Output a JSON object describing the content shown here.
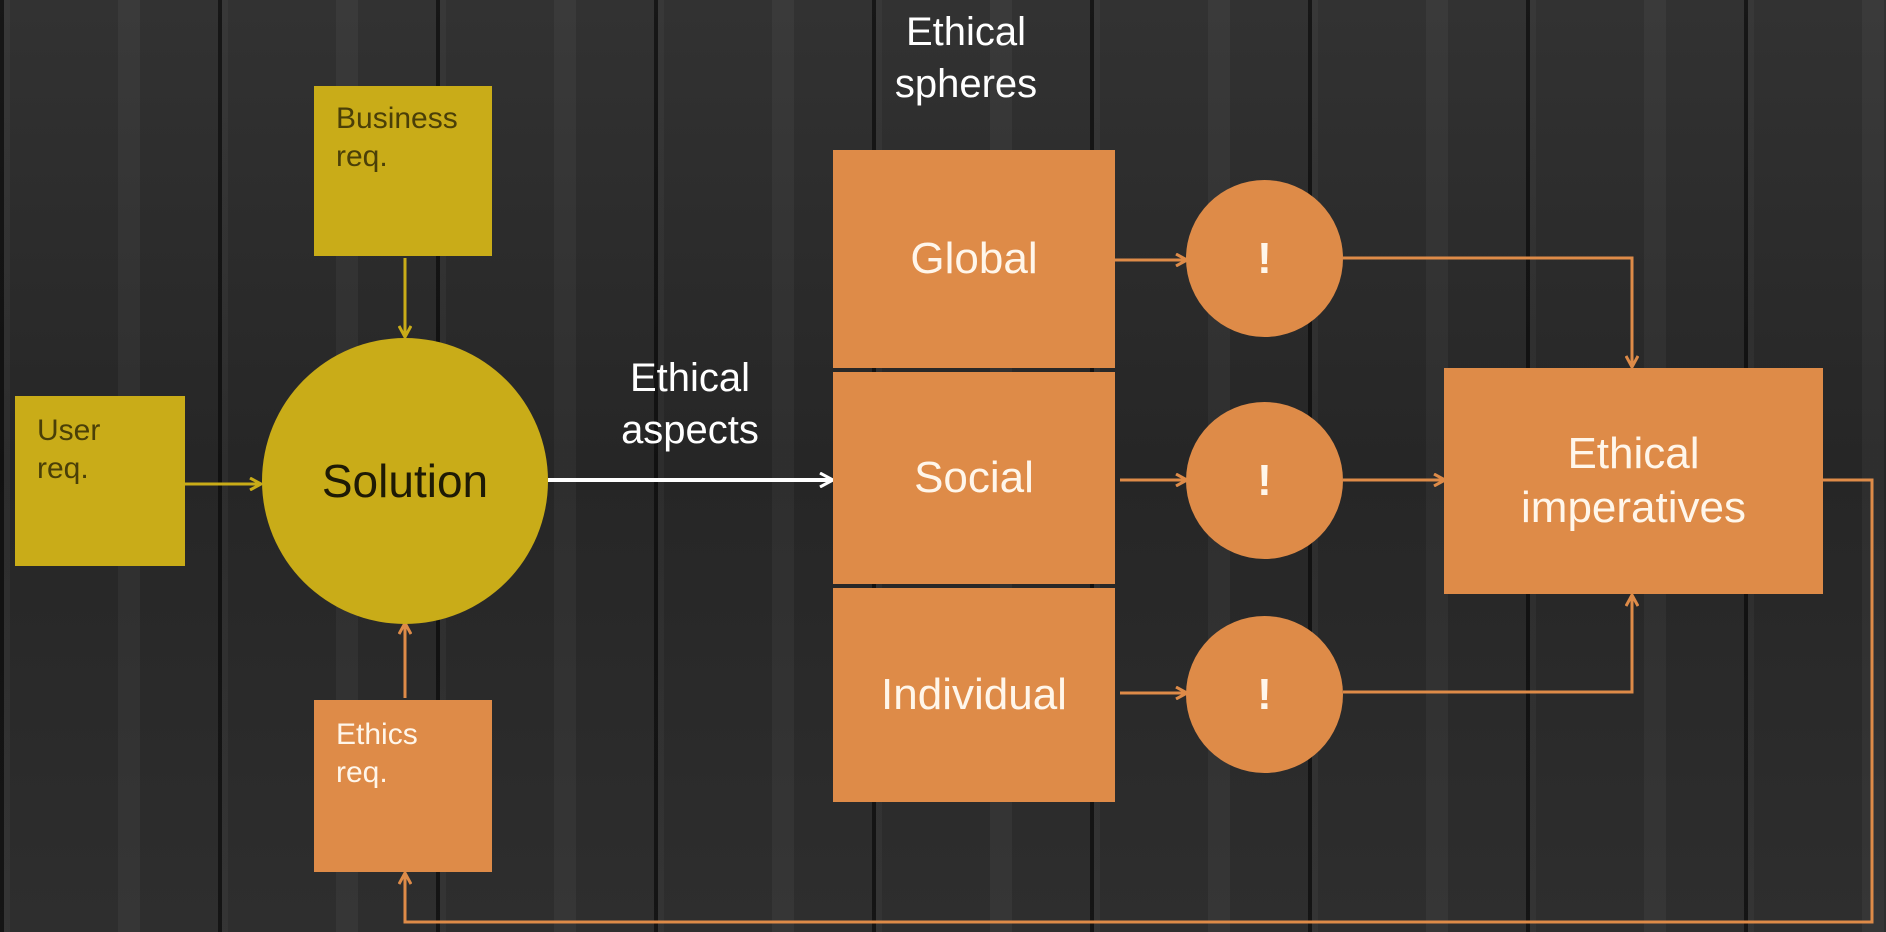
{
  "requirements": {
    "business": "Business\nreq.",
    "user": "User\nreq.",
    "ethics": "Ethics\nreq."
  },
  "solution_label": "Solution",
  "ethical_aspects_label": "Ethical\naspects",
  "ethical_spheres_label": "Ethical\nspheres",
  "spheres": [
    {
      "label": "Global"
    },
    {
      "label": "Social"
    },
    {
      "label": "Individual"
    }
  ],
  "alert_symbol": "!",
  "imperatives_label": "Ethical\nimperatives",
  "colors": {
    "yellow": "#c9ac18",
    "orange": "#de8b48",
    "white_arrow": "#ffffff"
  }
}
